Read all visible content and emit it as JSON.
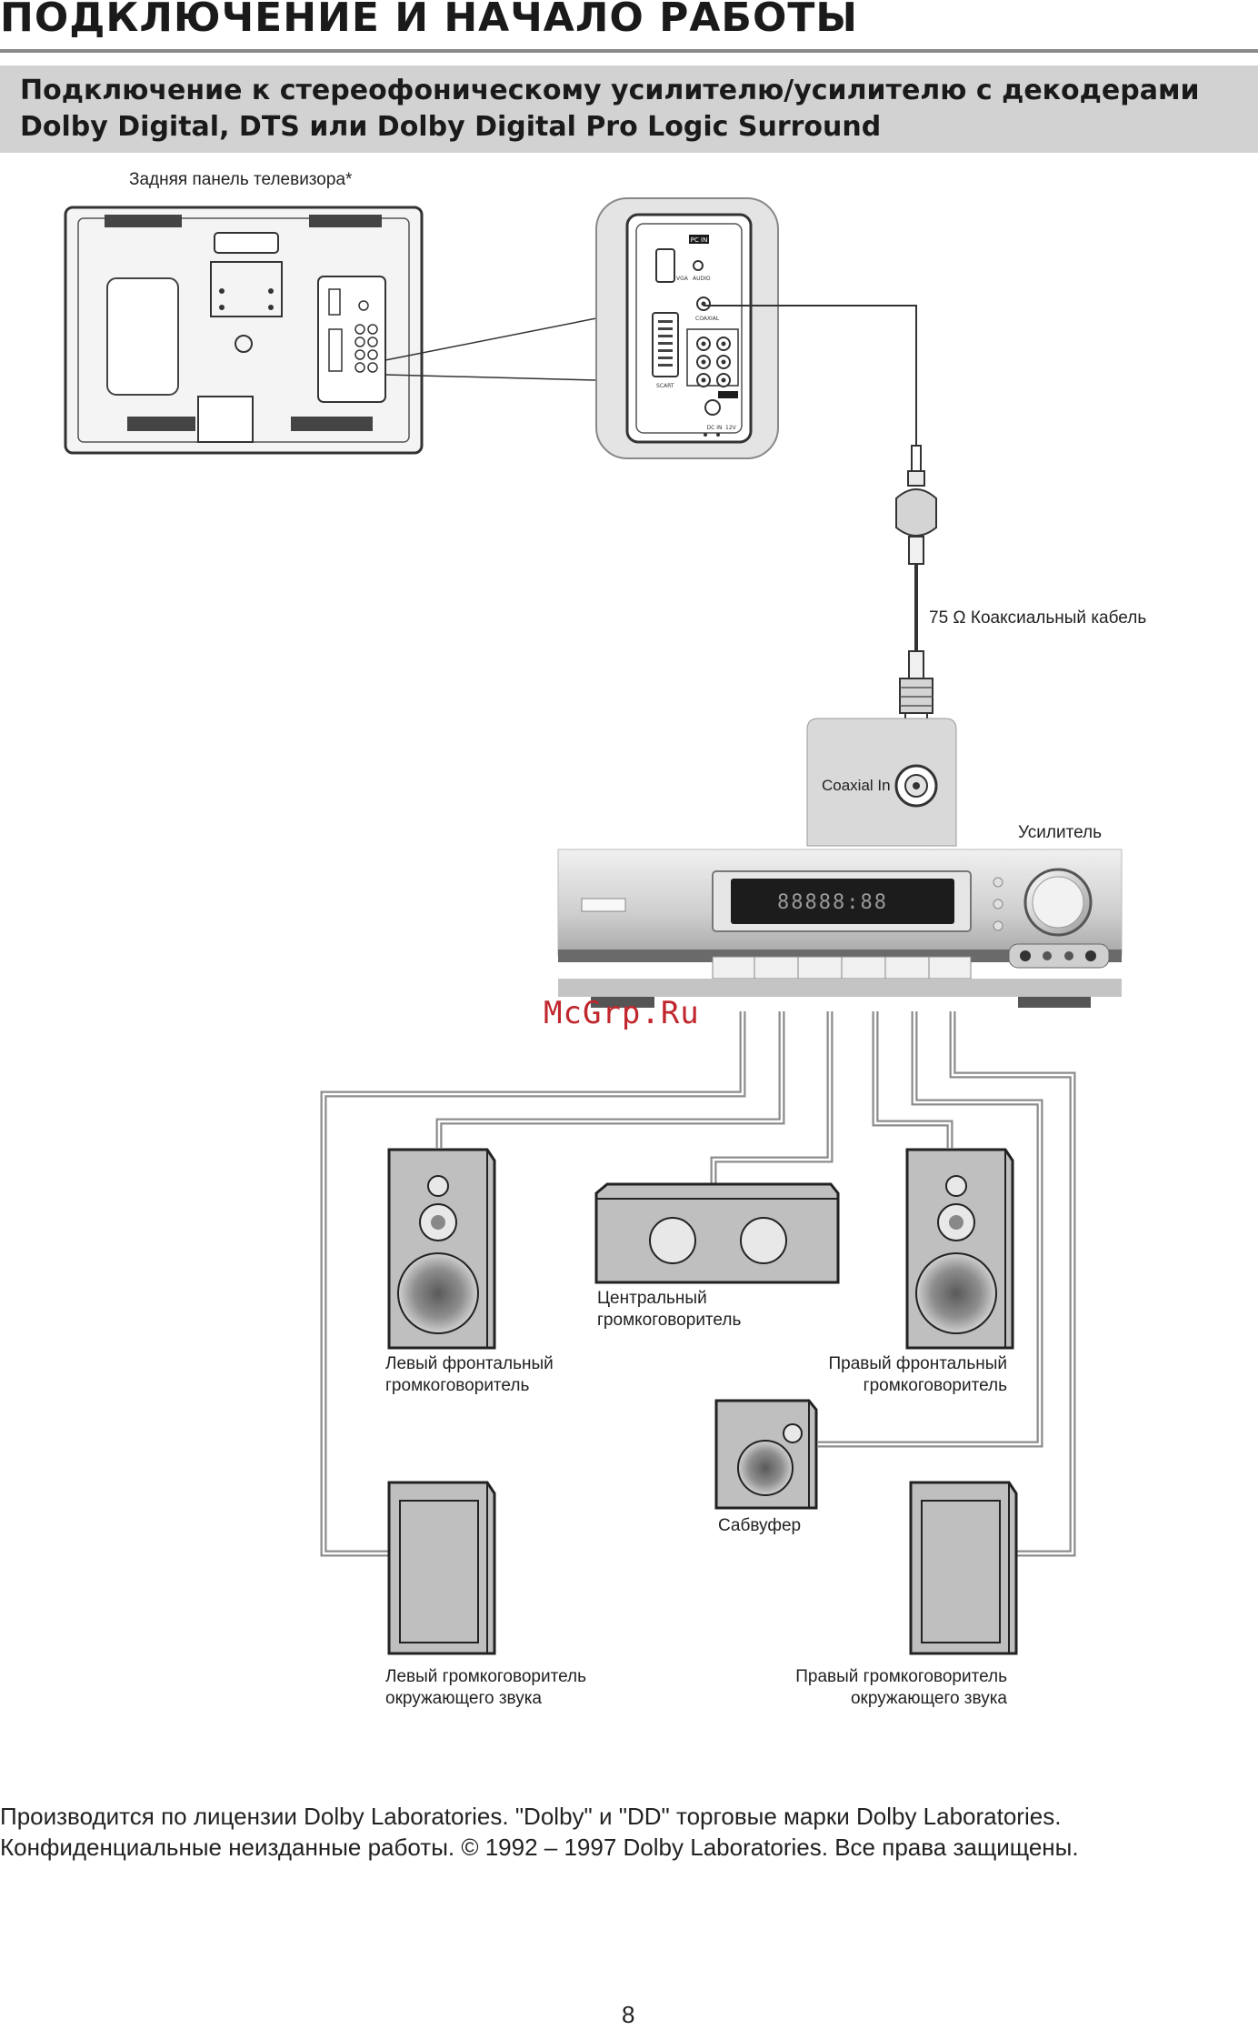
{
  "page": {
    "title": "ПОДКЛЮЧЕНИЕ И НАЧАЛО РАБОТЫ",
    "subtitle_line1": "Подключение к стереофоническому усилителю/усилителю с декодерами",
    "subtitle_line2": "Dolby Digital, DTS или Dolby Digital Pro Logic Surround",
    "page_number": "8"
  },
  "diagram": {
    "tv_back_label": "Задняя панель телевизора*",
    "cable_label": "75 Ω Коаксиальный кабель",
    "coaxial_in_label": "Coaxial In",
    "amplifier_label": "Усилитель",
    "amp_display_text": "88888:88",
    "panel_pc_in": "PC IN",
    "panel_vga": "VGA",
    "panel_audio": "AUDIO",
    "panel_coaxial": "COAXIAL",
    "panel_scart": "SCART",
    "panel_dc": "DC IN",
    "panel_dc_volt": "12V",
    "center_speaker_l1": "Центральный",
    "center_speaker_l2": "громкоговоритель",
    "left_front_l1": "Левый фронтальный",
    "left_front_l2": "громкоговоритель",
    "right_front_l1": "Правый фронтальный",
    "right_front_l2": "громкоговоритель",
    "subwoofer_label": "Сабвуфер",
    "left_surround_l1": "Левый громкоговоритель",
    "left_surround_l2": "окружающего звука",
    "right_surround_l1": "Правый громкоговоритель",
    "right_surround_l2": "окружающего звука",
    "colors": {
      "cable": "#8c8c8c",
      "speaker_fill": "#bfbfbf",
      "amp_body": "#d9d9d9",
      "display": "#1c1c1c"
    }
  },
  "watermark": "McGrp.Ru",
  "footer": {
    "line1": "Производится по лицензии Dolby Laboratories. \"Dolby\" и \"DD\" торговые марки Dolby Laboratories.",
    "line2": "Конфиденциальные неизданные работы. © 1992 – 1997 Dolby Laboratories. Все права защищены."
  }
}
